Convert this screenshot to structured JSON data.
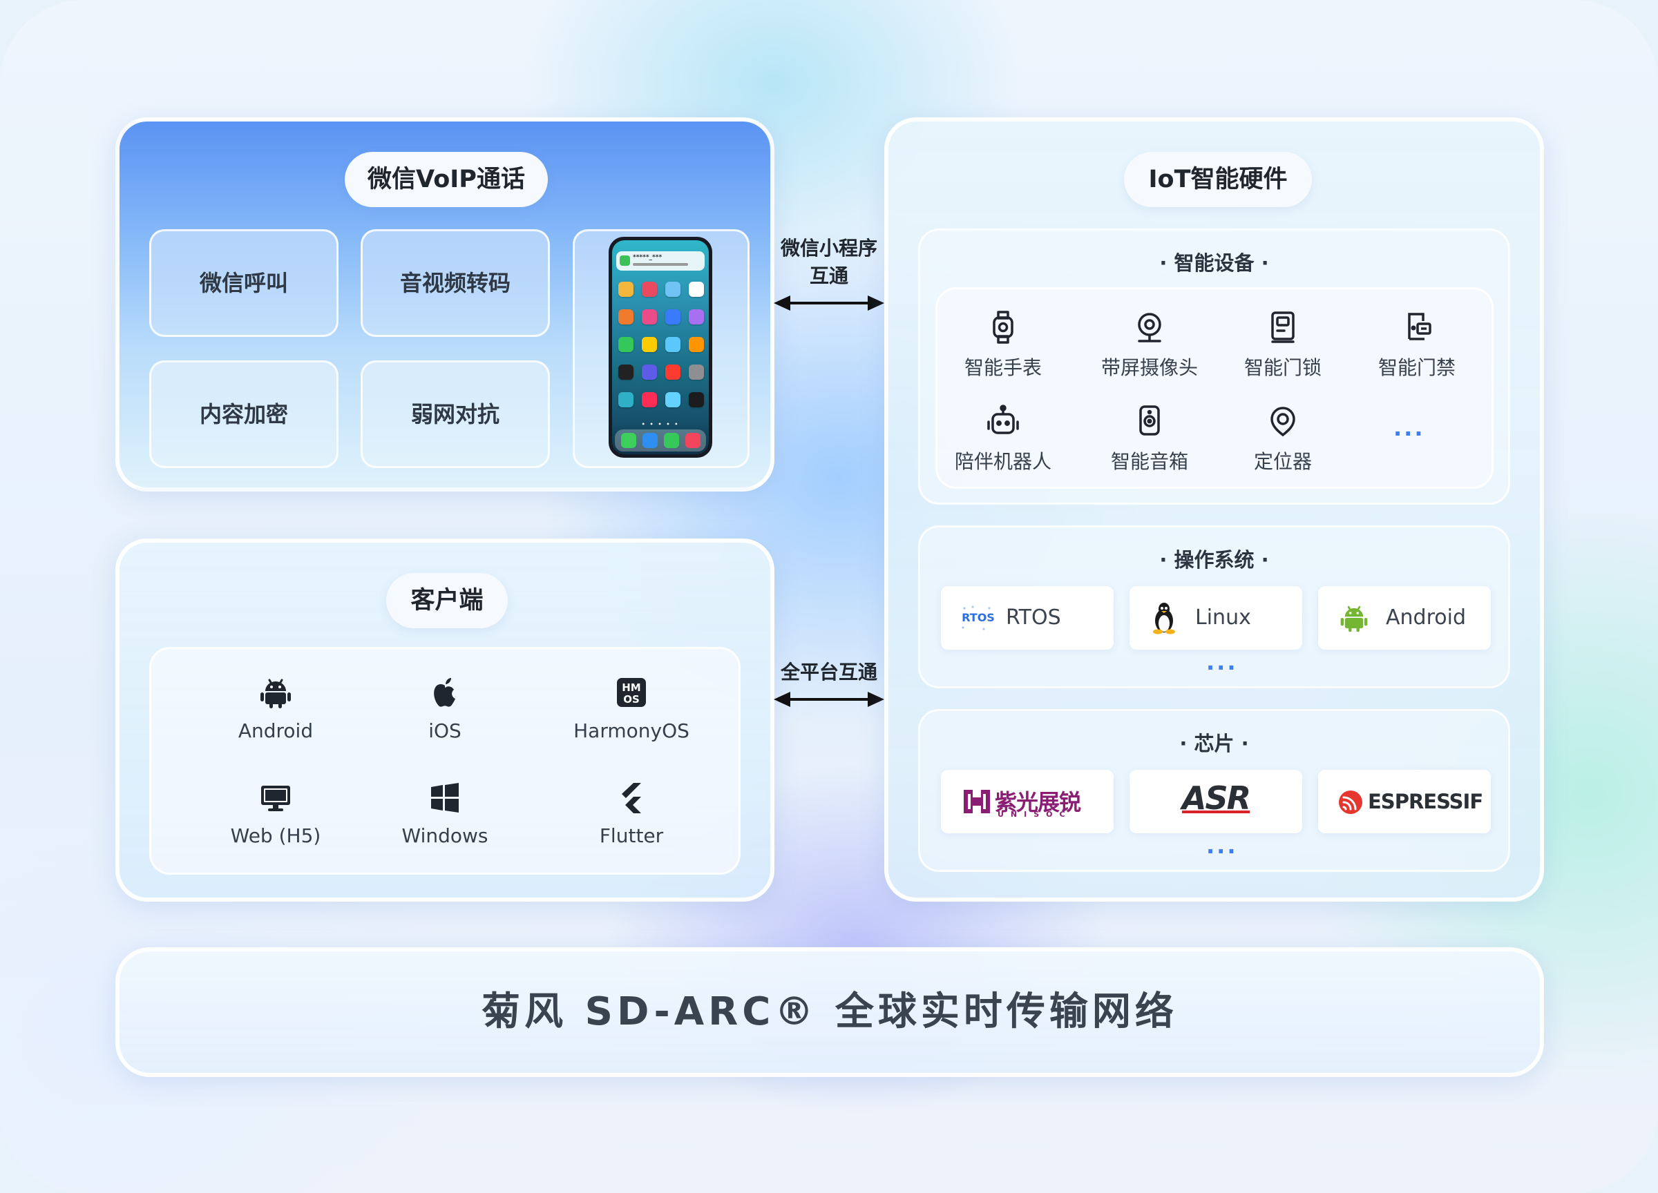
{
  "voip": {
    "title": "微信VoIP通话",
    "features": [
      "微信呼叫",
      "音视频转码",
      "内容加密",
      "弱网对抗"
    ],
    "phone_notification": "*****_***"
  },
  "client": {
    "title": "客户端",
    "platforms": [
      {
        "label": "Android",
        "icon": "android-icon"
      },
      {
        "label": "iOS",
        "icon": "apple-icon"
      },
      {
        "label": "HarmonyOS",
        "icon": "harmonyos-icon",
        "icon_text": "HMOS"
      },
      {
        "label": "Web (H5)",
        "icon": "monitor-icon"
      },
      {
        "label": "Windows",
        "icon": "windows-icon"
      },
      {
        "label": "Flutter",
        "icon": "flutter-icon"
      }
    ]
  },
  "iot": {
    "title": "IoT智能硬件",
    "devices": {
      "title": "· 智能设备 ·",
      "items": [
        {
          "label": "智能手表",
          "icon": "smartwatch-icon"
        },
        {
          "label": "带屏摄像头",
          "icon": "camera-icon"
        },
        {
          "label": "智能门锁",
          "icon": "door-lock-icon"
        },
        {
          "label": "智能门禁",
          "icon": "access-control-icon"
        },
        {
          "label": "陪伴机器人",
          "icon": "robot-icon"
        },
        {
          "label": "智能音箱",
          "icon": "speaker-icon"
        },
        {
          "label": "定位器",
          "icon": "locator-icon"
        }
      ],
      "more": "···"
    },
    "os": {
      "title": "· 操作系统 ·",
      "items": [
        {
          "label": "RTOS",
          "icon": "rtos-icon",
          "icon_text": "RTOS"
        },
        {
          "label": "Linux",
          "icon": "linux-penguin-icon"
        },
        {
          "label": "Android",
          "icon": "android-icon"
        }
      ],
      "more": "···"
    },
    "chips": {
      "title": "· 芯片 ·",
      "items": [
        {
          "name": "紫光展锐",
          "sub": "UNISOC",
          "icon": "unisoc-logo"
        },
        {
          "name": "ASR",
          "icon": "asr-logo"
        },
        {
          "name": "ESPRESSIF",
          "icon": "espressif-logo"
        }
      ],
      "more": "···"
    }
  },
  "connectors": {
    "top_label_line1": "微信小程序",
    "top_label_line2": "互通",
    "bottom_label": "全平台互通"
  },
  "network": {
    "title": "菊风 SD-ARC® 全球实时传输网络"
  },
  "colors": {
    "voip_top": "#5b93f3",
    "accent_dots": "#3f7ef0",
    "android_green": "#74b531",
    "espressif_red": "#e5362f",
    "unisoc_purple": "#8a1d74"
  }
}
